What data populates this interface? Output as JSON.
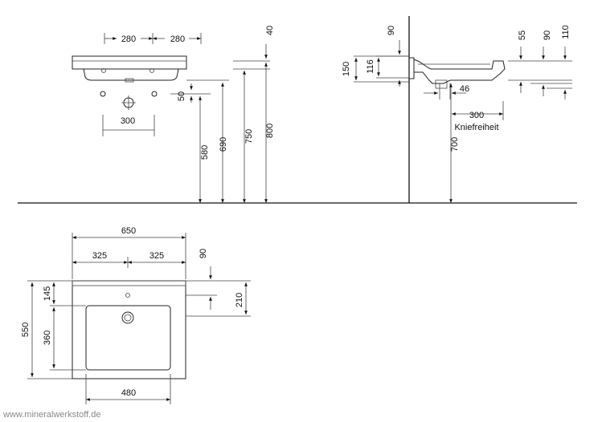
{
  "front_view": {
    "dims": {
      "half_width_left": "280",
      "half_width_right": "280",
      "tap_spacing": "300",
      "depth_50": "50",
      "height_580": "580",
      "height_690": "690",
      "height_750": "750",
      "height_800": "800",
      "top_40": "40"
    }
  },
  "side_view": {
    "dims": {
      "top_90": "90",
      "h_150": "150",
      "h_116": "116",
      "right_55": "55",
      "right_90": "90",
      "right_110": "110",
      "gap_46": "46",
      "knee_300": "300",
      "height_700": "700"
    },
    "knee_label": "Kniefreiheit"
  },
  "top_view": {
    "dims": {
      "width_650": "650",
      "half_325_left": "325",
      "half_325_right": "325",
      "depth_550": "550",
      "back_145": "145",
      "bowl_360": "360",
      "bowl_width_480": "480",
      "right_90": "90",
      "right_210": "210"
    }
  },
  "watermark": "www.mineralwerkstoff.de"
}
